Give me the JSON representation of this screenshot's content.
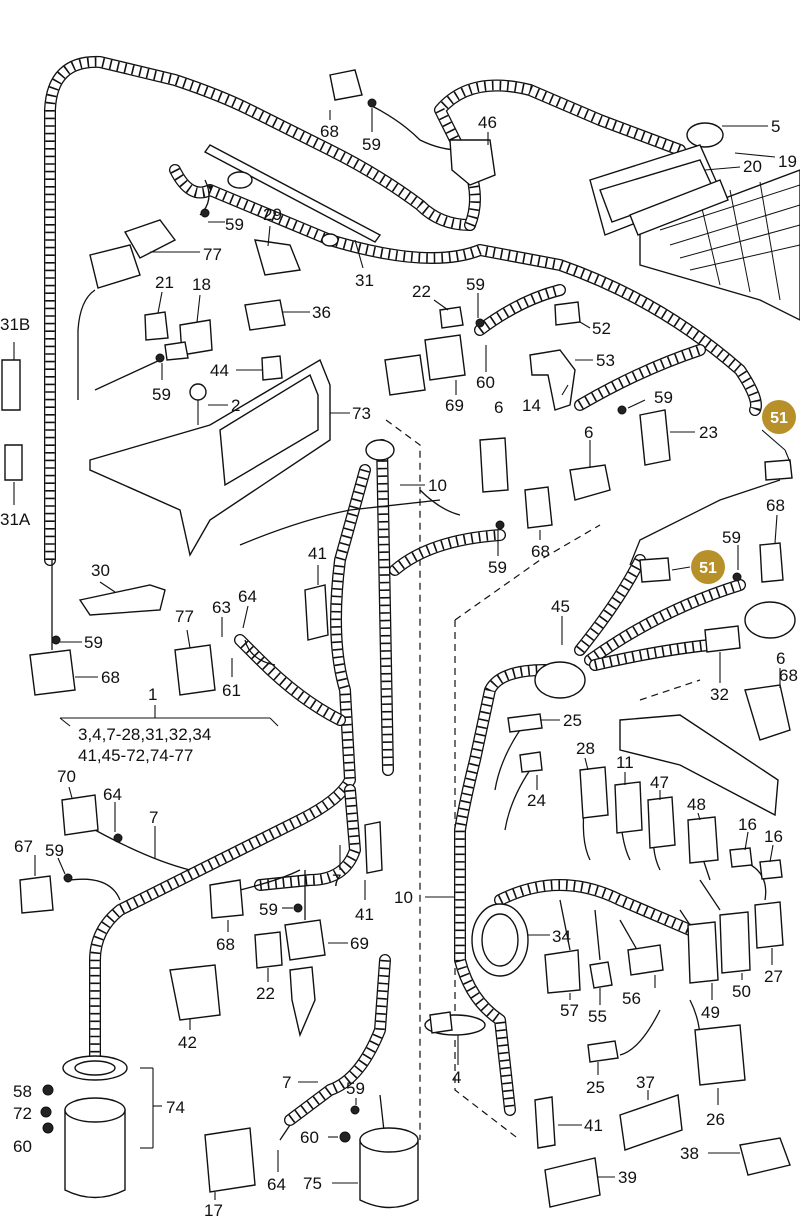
{
  "diagram": {
    "highlight_color": "#b8902a",
    "labels": [
      {
        "id": "5",
        "text": "5"
      },
      {
        "id": "19",
        "text": "19"
      },
      {
        "id": "20",
        "text": "20"
      },
      {
        "id": "46",
        "text": "46"
      },
      {
        "id": "68a",
        "text": "68"
      },
      {
        "id": "59a",
        "text": "59"
      },
      {
        "id": "59b",
        "text": "59"
      },
      {
        "id": "29",
        "text": "29"
      },
      {
        "id": "77a",
        "text": "77"
      },
      {
        "id": "31",
        "text": "31"
      },
      {
        "id": "21",
        "text": "21"
      },
      {
        "id": "18",
        "text": "18"
      },
      {
        "id": "36",
        "text": "36"
      },
      {
        "id": "22a",
        "text": "22"
      },
      {
        "id": "59c",
        "text": "59"
      },
      {
        "id": "52",
        "text": "52"
      },
      {
        "id": "53",
        "text": "53"
      },
      {
        "id": "31B",
        "text": "31B"
      },
      {
        "id": "44",
        "text": "44"
      },
      {
        "id": "59d",
        "text": "59"
      },
      {
        "id": "2",
        "text": "2"
      },
      {
        "id": "73",
        "text": "73"
      },
      {
        "id": "69a",
        "text": "69"
      },
      {
        "id": "60a",
        "text": "60"
      },
      {
        "id": "6a",
        "text": "6"
      },
      {
        "id": "14",
        "text": "14"
      },
      {
        "id": "59e",
        "text": "59"
      },
      {
        "id": "23",
        "text": "23"
      },
      {
        "id": "6b",
        "text": "6"
      },
      {
        "id": "10a",
        "text": "10"
      },
      {
        "id": "68b",
        "text": "68"
      },
      {
        "id": "31A",
        "text": "31A"
      },
      {
        "id": "41a",
        "text": "41"
      },
      {
        "id": "59f",
        "text": "59"
      },
      {
        "id": "68c",
        "text": "68"
      },
      {
        "id": "59g",
        "text": "59"
      },
      {
        "id": "68d",
        "text": "68"
      },
      {
        "id": "30",
        "text": "30"
      },
      {
        "id": "63",
        "text": "63"
      },
      {
        "id": "64a",
        "text": "64"
      },
      {
        "id": "77b",
        "text": "77"
      },
      {
        "id": "59h",
        "text": "59"
      },
      {
        "id": "45",
        "text": "45"
      },
      {
        "id": "6c",
        "text": "6"
      },
      {
        "id": "68e",
        "text": "68"
      },
      {
        "id": "61",
        "text": "61"
      },
      {
        "id": "32",
        "text": "32"
      },
      {
        "id": "1",
        "text": "1"
      },
      {
        "id": "range1",
        "text": "3,4,7-28,31,32,34"
      },
      {
        "id": "range2",
        "text": "41,45-72,74-77"
      },
      {
        "id": "25a",
        "text": "25"
      },
      {
        "id": "28",
        "text": "28"
      },
      {
        "id": "11",
        "text": "11"
      },
      {
        "id": "47",
        "text": "47"
      },
      {
        "id": "70",
        "text": "70"
      },
      {
        "id": "64b",
        "text": "64"
      },
      {
        "id": "7a",
        "text": "7"
      },
      {
        "id": "24",
        "text": "24"
      },
      {
        "id": "48",
        "text": "48"
      },
      {
        "id": "16a",
        "text": "16"
      },
      {
        "id": "16b",
        "text": "16"
      },
      {
        "id": "67",
        "text": "67"
      },
      {
        "id": "59i",
        "text": "59"
      },
      {
        "id": "7b",
        "text": "7"
      },
      {
        "id": "10b",
        "text": "10"
      },
      {
        "id": "59j",
        "text": "59"
      },
      {
        "id": "41b",
        "text": "41"
      },
      {
        "id": "68f",
        "text": "68"
      },
      {
        "id": "69b",
        "text": "69"
      },
      {
        "id": "34",
        "text": "34"
      },
      {
        "id": "22b",
        "text": "22"
      },
      {
        "id": "27",
        "text": "27"
      },
      {
        "id": "49",
        "text": "49"
      },
      {
        "id": "50",
        "text": "50"
      },
      {
        "id": "57",
        "text": "57"
      },
      {
        "id": "55",
        "text": "55"
      },
      {
        "id": "56",
        "text": "56"
      },
      {
        "id": "42",
        "text": "42"
      },
      {
        "id": "4",
        "text": "4"
      },
      {
        "id": "25b",
        "text": "25"
      },
      {
        "id": "37",
        "text": "37"
      },
      {
        "id": "58",
        "text": "58"
      },
      {
        "id": "7c",
        "text": "7"
      },
      {
        "id": "59k",
        "text": "59"
      },
      {
        "id": "74",
        "text": "74"
      },
      {
        "id": "72",
        "text": "72"
      },
      {
        "id": "60b",
        "text": "60"
      },
      {
        "id": "60c",
        "text": "60"
      },
      {
        "id": "26",
        "text": "26"
      },
      {
        "id": "41c",
        "text": "41"
      },
      {
        "id": "38",
        "text": "38"
      },
      {
        "id": "39",
        "text": "39"
      },
      {
        "id": "17",
        "text": "17"
      },
      {
        "id": "64c",
        "text": "64"
      },
      {
        "id": "75",
        "text": "75"
      }
    ],
    "callouts": [
      {
        "id": "c1",
        "text": "51"
      },
      {
        "id": "c2",
        "text": "51"
      }
    ]
  }
}
